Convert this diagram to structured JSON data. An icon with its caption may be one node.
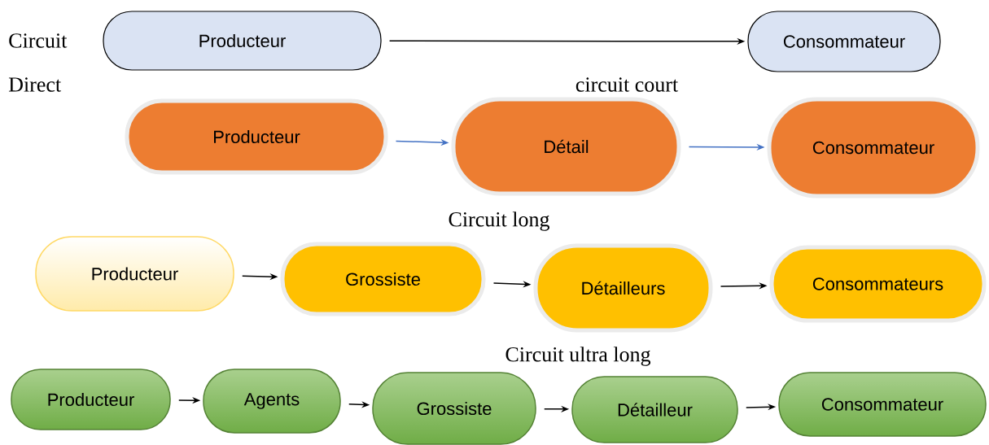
{
  "diagram": {
    "nodes": [
      {
        "text": [
          "Producteur"
        ]
      },
      {
        "text": [
          "Consommateur"
        ]
      },
      {
        "text": [
          "Producteur"
        ]
      },
      {
        "text": [
          "Détail"
        ]
      },
      {
        "text": [
          "Consommateur"
        ]
      },
      {
        "text": [
          "Producteur"
        ]
      },
      {
        "text": [
          "Grossiste"
        ]
      },
      {
        "text": [
          "Détailleurs"
        ]
      },
      {
        "text": [
          "Consommateurs"
        ]
      },
      {
        "text": [
          "Producteur"
        ]
      },
      {
        "text": [
          "Agents"
        ]
      },
      {
        "text": [
          "Grossiste"
        ]
      },
      {
        "text": [
          "Détailleur"
        ]
      },
      {
        "text": [
          "Consommateur"
        ]
      }
    ],
    "edges": [
      {
        "from": 0,
        "to": 1,
        "arrow": "to"
      },
      {
        "from": 2,
        "to": 3,
        "arrow": "to",
        "color": "#4472c4"
      },
      {
        "from": 3,
        "to": 4,
        "arrow": "to",
        "color": "#4472c4"
      },
      {
        "from": 5,
        "to": 6,
        "arrow": "to"
      },
      {
        "from": 6,
        "to": 7,
        "arrow": "to"
      },
      {
        "from": 7,
        "to": 8,
        "arrow": "to"
      },
      {
        "from": 9,
        "to": 10,
        "arrow": "to"
      },
      {
        "from": 10,
        "to": 11,
        "arrow": "to"
      },
      {
        "from": 11,
        "to": 12,
        "arrow": "to"
      },
      {
        "from": 12,
        "to": 13,
        "arrow": "to"
      }
    ],
    "labels": [
      "Circuit",
      "Direct",
      "circuit court",
      "Circuit long",
      "Circuit ultra long"
    ]
  }
}
